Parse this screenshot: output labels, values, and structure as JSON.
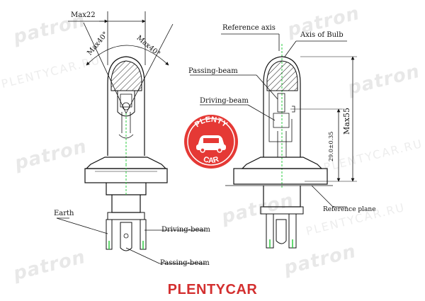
{
  "watermark": {
    "brand": "patron",
    "site": "PLENTYCAR.RU"
  },
  "left_view": {
    "width_label": "Max22",
    "angle_left_label": "Max40°",
    "angle_right_label": "Max40°",
    "earth_label": "Earth",
    "driving_beam_label": "Driving-beam",
    "passing_beam_label": "Passing-beam"
  },
  "right_view": {
    "reference_axis_label": "Reference axis",
    "axis_of_bulb_label": "Axis of Bulb",
    "passing_beam_label": "Passing-beam",
    "driving_beam_label": "Driving-beam",
    "height_label": "Max55",
    "dimension_label": "29.0±0.35",
    "reference_plane_label": "Reference plane"
  },
  "badge": {
    "top_text": "PLENTY",
    "bottom_text": "CAR",
    "color": "#e53935"
  },
  "footer": {
    "text": "PLENTYCAR",
    "color": "#d32f2f"
  }
}
